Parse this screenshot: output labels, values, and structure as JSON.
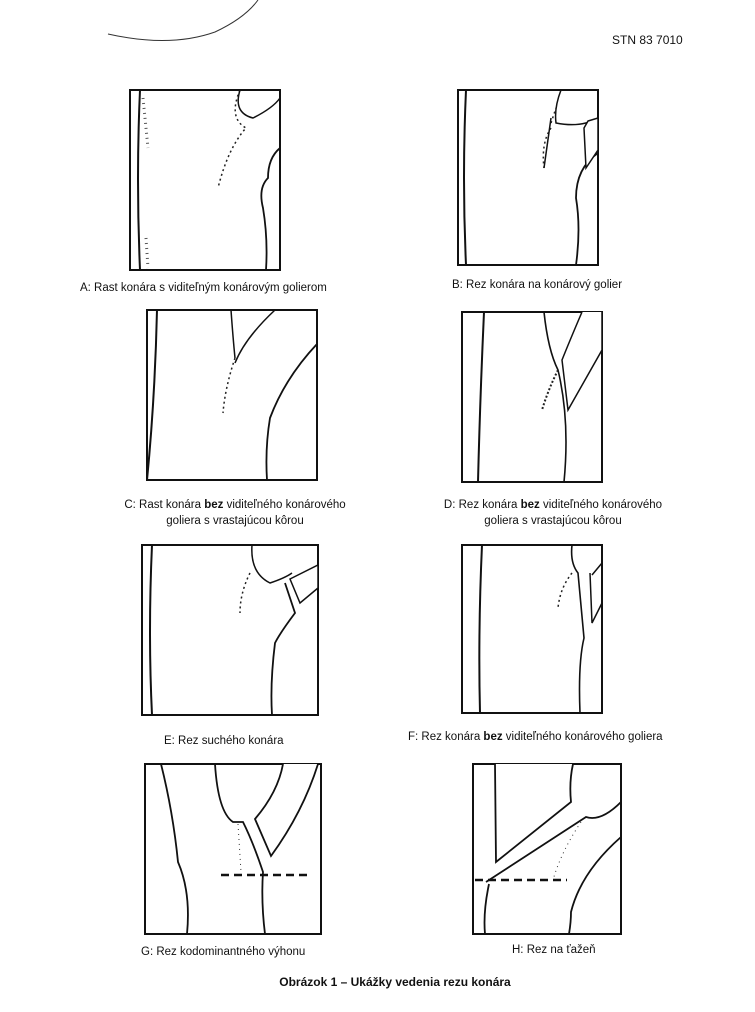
{
  "header": {
    "standard_number": "STN 83 7010"
  },
  "figures": [
    {
      "id": "A",
      "caption": "A: Rast konára s viditeľným konárovým golierom"
    },
    {
      "id": "B",
      "caption": "B: Rez konára na konárový golier"
    },
    {
      "id": "C",
      "caption_pre": "C: Rast konára ",
      "caption_bold": "bez",
      "caption_post": " viditeľného konárového",
      "caption_line2": "goliera s vrastajúcou kôrou"
    },
    {
      "id": "D",
      "caption_pre": "D: Rez konára ",
      "caption_bold": "bez",
      "caption_post": " viditeľného konárového",
      "caption_line2": "goliera s vrastajúcou kôrou"
    },
    {
      "id": "E",
      "caption": "E: Rez suchého konára"
    },
    {
      "id": "F",
      "caption_pre": "F: Rez konára ",
      "caption_bold": "bez",
      "caption_post": " viditeľného konárového goliera"
    },
    {
      "id": "G",
      "caption": "G: Rez kodominantného výhonu"
    },
    {
      "id": "H",
      "caption": "H: Rez na ťažeň"
    }
  ],
  "figure_caption": "Obrázok 1 – Ukážky vedenia rezu konára"
}
